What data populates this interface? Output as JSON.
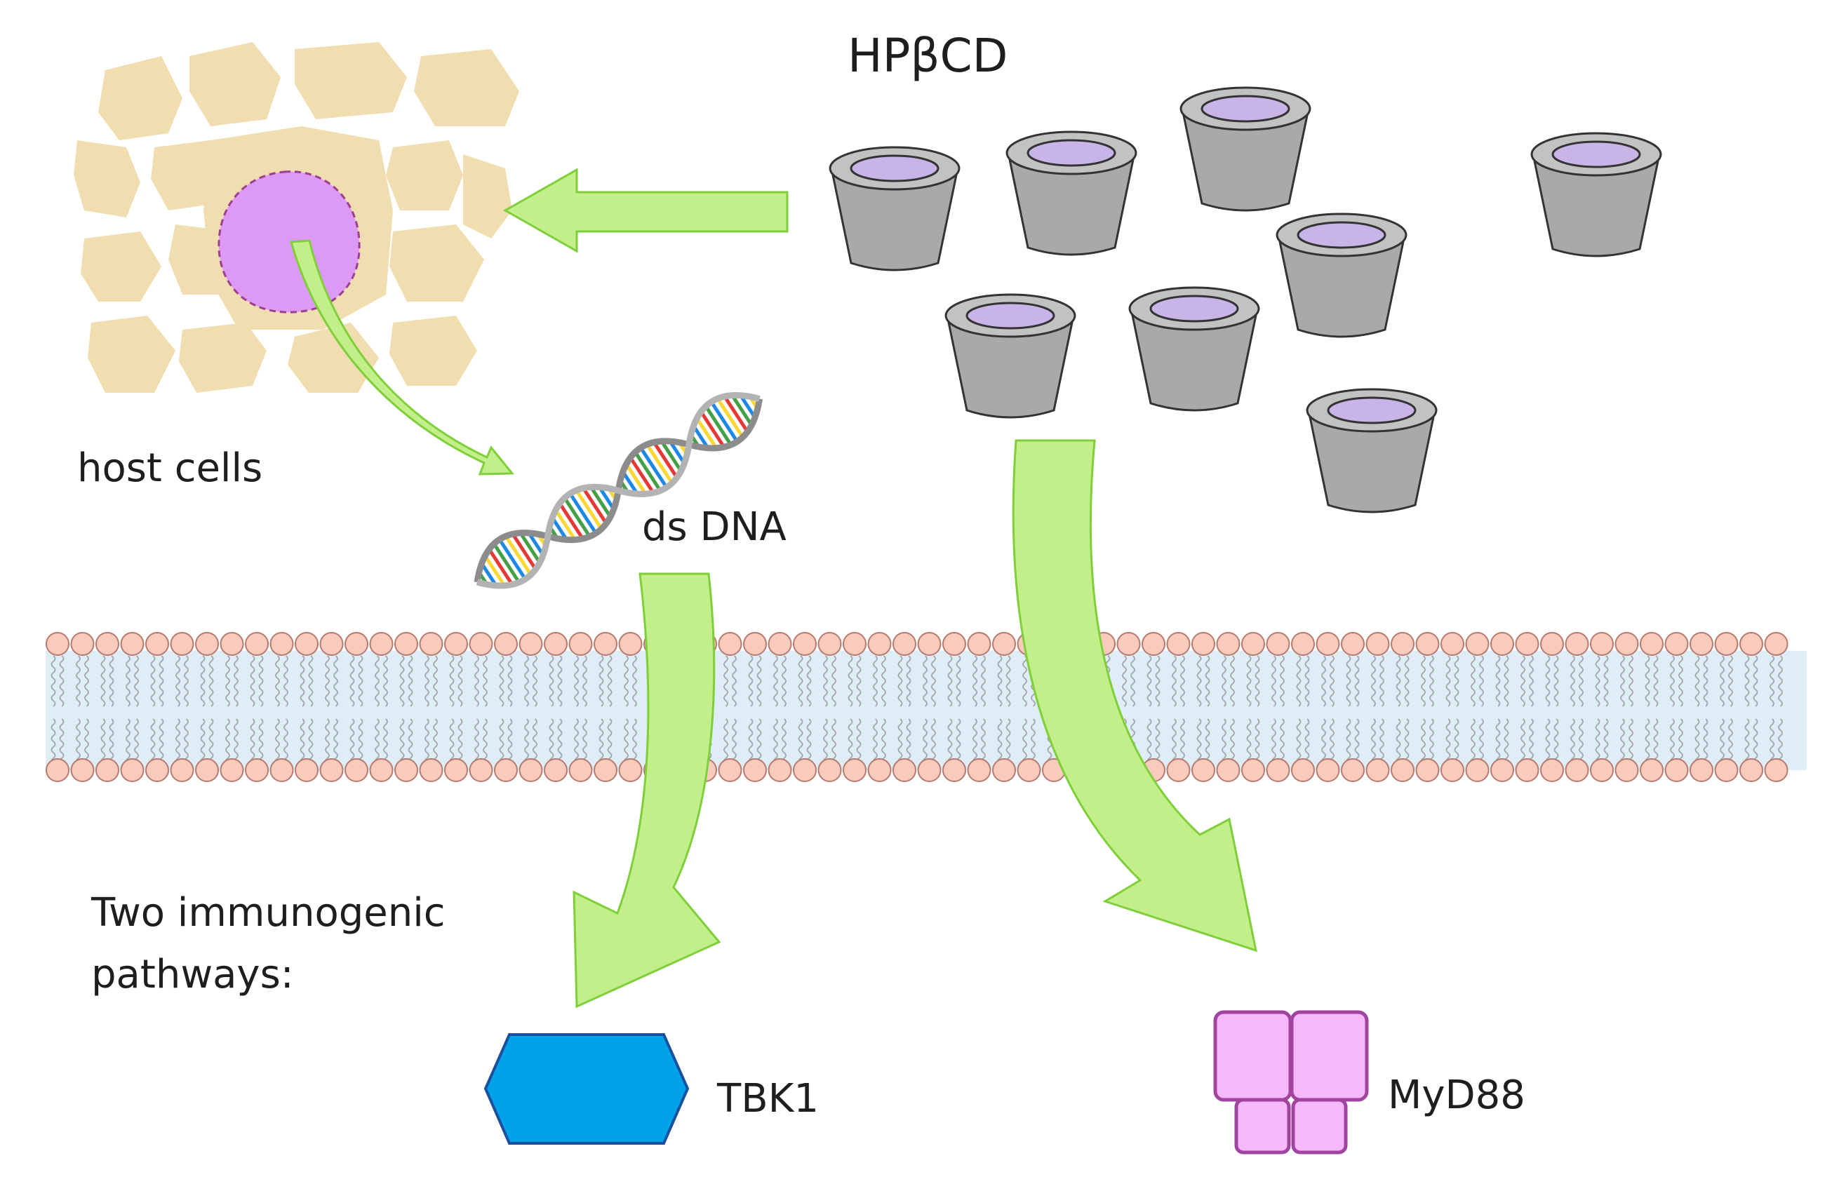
{
  "labels": {
    "hpbcd": "HPβCD",
    "host_cells": "host cells",
    "ds_dna": "ds DNA",
    "pathways_line1": "Two immunogenic",
    "pathways_line2": "pathways:",
    "tbk1": "TBK1",
    "myd88": "MyD88"
  },
  "colors": {
    "arrow_fill": "#c2ef8a",
    "arrow_stroke": "#7fcf3a",
    "cup_body": "#a9a9a9",
    "cup_rim": "#c2c2c2",
    "cup_inner": "#c9b4e8",
    "cell_cytoplasm": "#f1deb0",
    "nucleus": "#dd9af5",
    "membrane_head": "#f8cbbd",
    "membrane_core": "#deedf6",
    "tbk1": "#00a2e8",
    "myd88_fill": "#f6b8f8",
    "myd88_stroke": "#a0449f"
  },
  "icons": [
    "cyclodextrin-cup-icon",
    "host-cell-icon",
    "dna-helix-icon",
    "lipid-bilayer-icon",
    "tbk1-hexagon-icon",
    "myd88-complex-icon"
  ]
}
